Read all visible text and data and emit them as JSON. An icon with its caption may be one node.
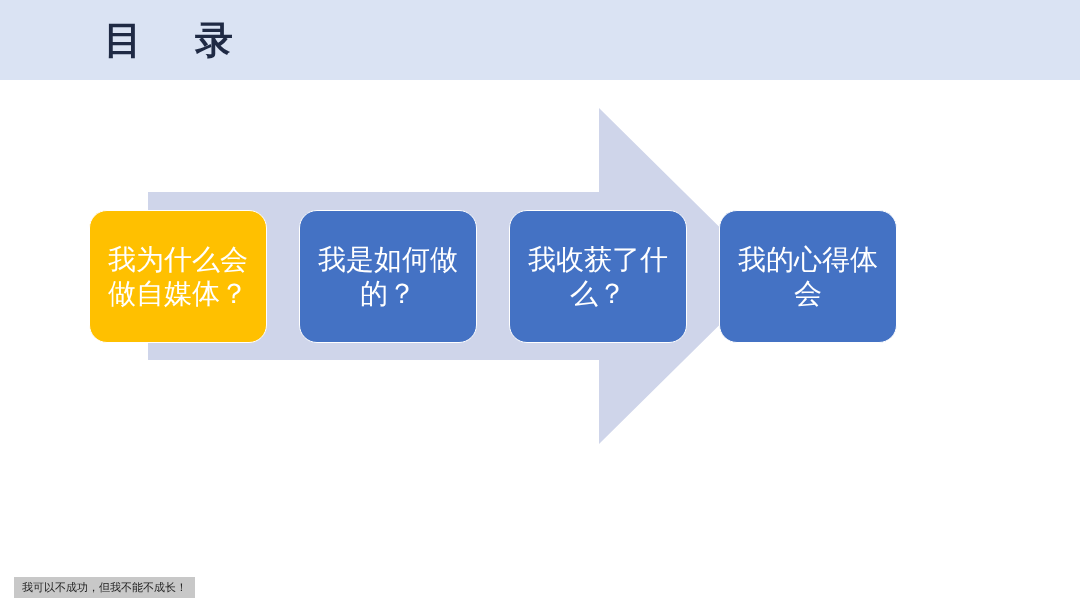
{
  "diagram": {
    "title": "目 录",
    "nodes": [
      {
        "text": [
          "我为什么会做自媒体？"
        ]
      },
      {
        "text": [
          "我是如何做的？"
        ]
      },
      {
        "text": [
          "我收获了什么？"
        ]
      },
      {
        "text": [
          "我的心得体会"
        ]
      }
    ],
    "edges": [
      {
        "from": 0,
        "to": 3,
        "arrow": "to"
      }
    ],
    "labels": [
      "我可以不成功，但我不能不成长！"
    ]
  }
}
